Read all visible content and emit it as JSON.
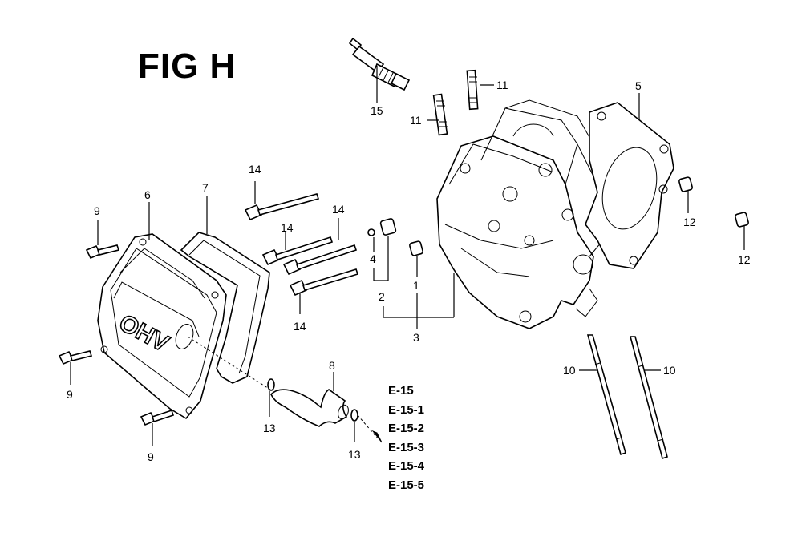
{
  "figure": {
    "title": "FIG H"
  },
  "callouts": {
    "c15": "15",
    "c11a": "11",
    "c11b": "11",
    "c5": "5",
    "c14a": "14",
    "c14b": "14",
    "c14c": "14",
    "c14d": "14",
    "c9a": "9",
    "c9b": "9",
    "c9c": "9",
    "c6": "6",
    "c7": "7",
    "c4": "4",
    "c1": "1",
    "c2": "2",
    "c3": "3",
    "c12a": "12",
    "c12b": "12",
    "c10a": "10",
    "c10b": "10",
    "c8": "8",
    "c13a": "13",
    "c13b": "13"
  },
  "cover_lettering": "OHV",
  "references": [
    "E-15",
    "E-15-1",
    "E-15-2",
    "E-15-3",
    "E-15-4",
    "E-15-5"
  ]
}
